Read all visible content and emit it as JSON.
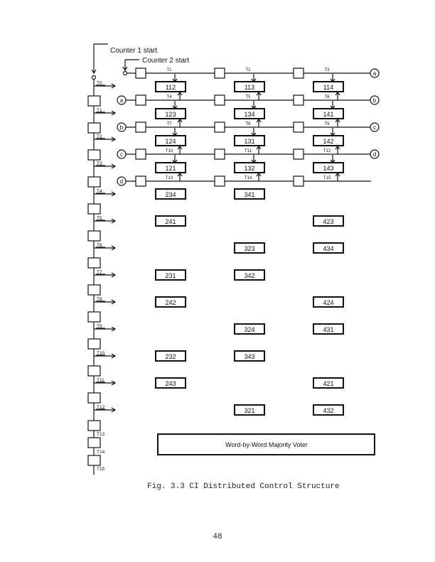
{
  "labels": {
    "counter1": "Counter 1 start",
    "counter2": "Counter 2 start"
  },
  "connectors": [
    "a",
    "b",
    "c",
    "d"
  ],
  "grid_times": [
    [
      "T1",
      "T2",
      "T3"
    ],
    [
      "T4",
      "T5",
      "T6"
    ],
    [
      "T7",
      "T8",
      "T9"
    ],
    [
      "T10",
      "T11",
      "T12"
    ],
    [
      "T13",
      "T14",
      "T15"
    ]
  ],
  "grid_words": [
    [
      "112",
      "113",
      "114"
    ],
    [
      "123",
      "134",
      "141"
    ],
    [
      "124",
      "131",
      "142"
    ],
    [
      "121",
      "132",
      "143"
    ]
  ],
  "counter1_times": [
    "T0",
    "T1",
    "T2",
    "T3",
    "T4",
    "T5",
    "T6",
    "T7",
    "T8",
    "T9",
    "T10",
    "T11",
    "T12",
    "T13",
    "T14",
    "T15"
  ],
  "lower_words": [
    [
      "234",
      "341",
      ""
    ],
    [
      "241",
      "",
      "423"
    ],
    [
      "",
      "323",
      "434"
    ],
    [
      "231",
      "342",
      ""
    ],
    [
      "242",
      "",
      "424"
    ],
    [
      "",
      "324",
      "431"
    ],
    [
      "232",
      "343",
      ""
    ],
    [
      "243",
      "",
      "421"
    ],
    [
      "",
      "321",
      "432"
    ]
  ],
  "voter": "Word-by-Word Majority Voter",
  "caption": "Fig. 3.3   CI Distributed Control Structure",
  "page_number": "48"
}
